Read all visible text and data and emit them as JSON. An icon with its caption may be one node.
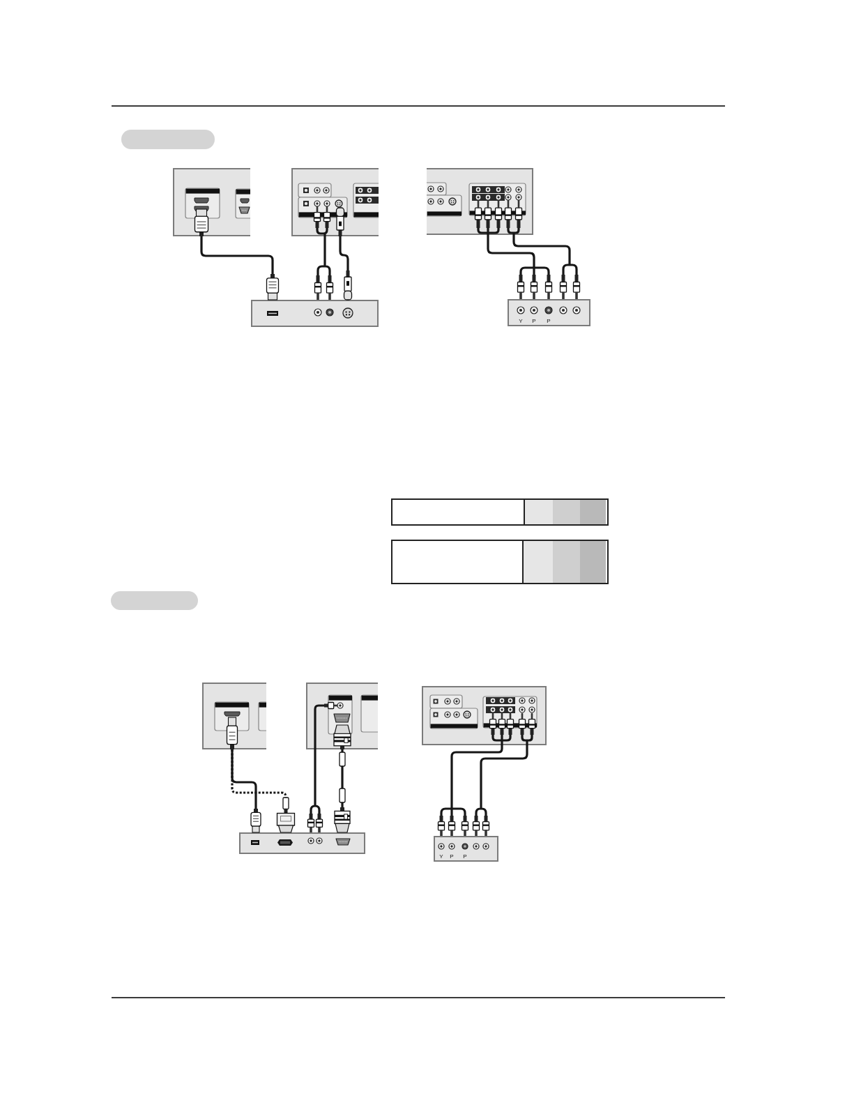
{
  "diagram": {
    "nodes": [
      {
        "text": [],
        "shape": "box"
      },
      {
        "text": [],
        "shape": "picture"
      },
      {
        "text": [],
        "shape": "picture"
      },
      {
        "text": [],
        "shape": "picture"
      },
      {
        "text": [],
        "shape": "picture"
      },
      {
        "text": [
          "Y",
          "P",
          "P"
        ]
      },
      {
        "text": [],
        "shape": "box"
      },
      {
        "text": [],
        "shape": "box",
        "in": 6
      },
      {
        "text": [],
        "shape": "box",
        "in": 6
      },
      {
        "text": [],
        "shape": "box",
        "in": 6
      },
      {
        "text": [],
        "shape": "box",
        "in": 6
      },
      {
        "text": [],
        "shape": "box"
      },
      {
        "text": [],
        "shape": "box",
        "in": 11
      },
      {
        "text": [],
        "shape": "box",
        "in": 11
      },
      {
        "text": [],
        "shape": "box",
        "in": 11
      },
      {
        "text": [],
        "shape": "box",
        "in": 11
      },
      {
        "text": [],
        "shape": "box"
      },
      {
        "text": [],
        "shape": "picture"
      },
      {
        "text": [],
        "shape": "picture"
      },
      {
        "text": [],
        "shape": "picture"
      },
      {
        "text": [],
        "shape": "picture"
      },
      {
        "text": [
          "Y",
          "P",
          "P"
        ]
      }
    ],
    "edges": [
      {
        "from": 1,
        "to": 4,
        "arrow": "none"
      },
      {
        "from": 2,
        "to": 4,
        "arrow": "none"
      },
      {
        "from": 2,
        "to": 4,
        "arrow": "none"
      },
      {
        "from": 3,
        "to": 5,
        "arrow": "none"
      },
      {
        "from": 3,
        "to": 5,
        "arrow": "none"
      },
      {
        "from": 17,
        "to": 20,
        "arrow": "none"
      },
      {
        "from": 17,
        "to": 20,
        "arrow": "none",
        "style": "dashed"
      },
      {
        "from": 18,
        "to": 20,
        "arrow": "none"
      },
      {
        "from": 18,
        "to": 20,
        "arrow": "none"
      },
      {
        "from": 19,
        "to": 21,
        "arrow": "none"
      },
      {
        "from": 19,
        "to": 21,
        "arrow": "none"
      }
    ]
  }
}
